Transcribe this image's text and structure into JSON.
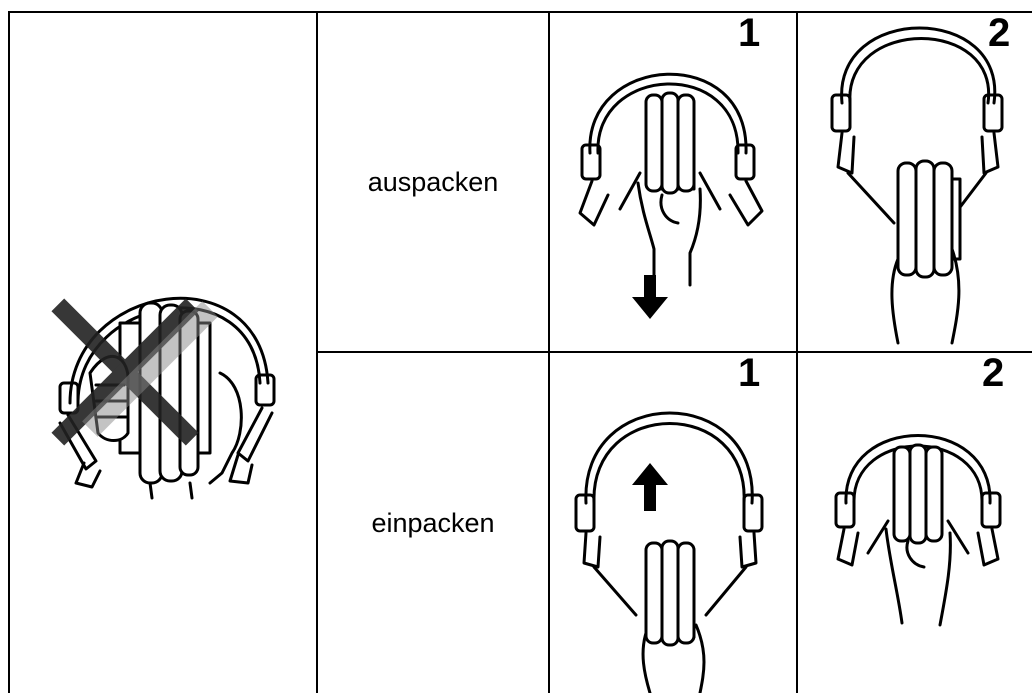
{
  "rows": [
    {
      "label": "auspacken",
      "steps": [
        "1",
        "2"
      ]
    },
    {
      "label": "einpacken",
      "steps": [
        "1",
        "2"
      ]
    }
  ],
  "icons": {
    "warning": "crossed-out-headphones-icon",
    "step": "headphones-hand-icon",
    "arrow_down": "arrow-down-icon",
    "arrow_up": "arrow-up-icon"
  }
}
